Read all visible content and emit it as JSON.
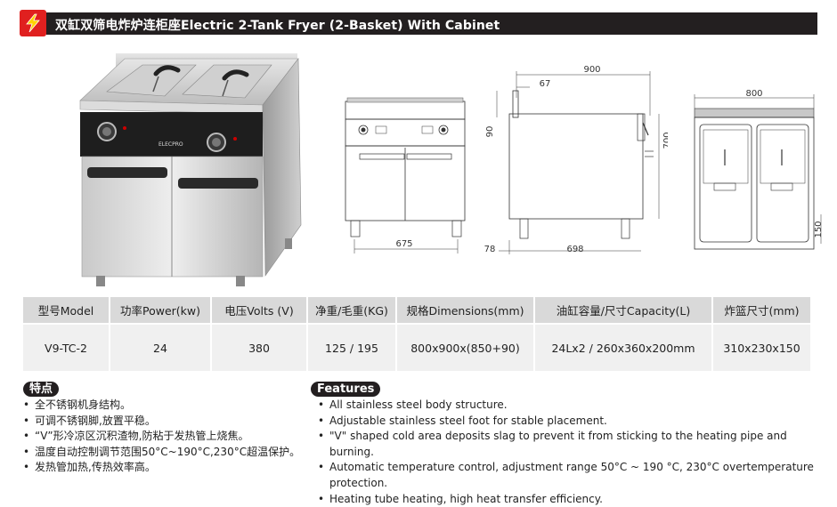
{
  "header": {
    "logo_icon": "lightning-bolt-icon",
    "title": "双缸双筛电炸炉连柜座Electric 2-Tank Fryer (2-Basket) With Cabinet"
  },
  "product_photo": {
    "brand_mark": "ELECPRO"
  },
  "drawings": {
    "front": {
      "width": "675"
    },
    "side": {
      "depth": "900",
      "top_offset": "67",
      "backsplash": "90",
      "height": "700",
      "base": "698",
      "foot": "78"
    },
    "top": {
      "width": "800",
      "clearance": "150"
    }
  },
  "spec_table": {
    "headers": [
      "型号Model",
      "功率Power(kw)",
      "电压Volts (V)",
      "净重/毛重(KG)",
      "规格Dimensions(mm)",
      "油缸容量/尺寸Capacity(L)",
      "炸篮尺寸(mm)"
    ],
    "values": [
      "V9-TC-2",
      "24",
      "380",
      "125 / 195",
      "800x900x(850+90)",
      "24Lx2 / 260x360x200mm",
      "310x230x150"
    ]
  },
  "features_cn": {
    "title": "特点",
    "items": [
      "全不锈钢机身结构。",
      "可调不锈钢脚,放置平稳。",
      "“V”形冷凉区沉积渣物,防粘于发热管上烧焦。",
      "温度自动控制调节范围50°C~190°C,230°C超温保护。",
      "发热管加热,传热效率高。"
    ]
  },
  "features_en": {
    "title": "Features",
    "items": [
      "All stainless steel body structure.",
      "Adjustable stainless steel foot for stable placement.",
      "\"V\" shaped cold area deposits slag to prevent it from sticking to the heating pipe and burning.",
      "Automatic temperature control, adjustment range 50°C ~ 190 °C, 230°C overtemperature protection.",
      "Heating tube heating, high heat transfer efficiency."
    ]
  },
  "colors": {
    "accent_red": "#e0201f",
    "title_bar": "#231f20",
    "table_header": "#d9d9d9",
    "table_cell": "#f0f0f0"
  }
}
